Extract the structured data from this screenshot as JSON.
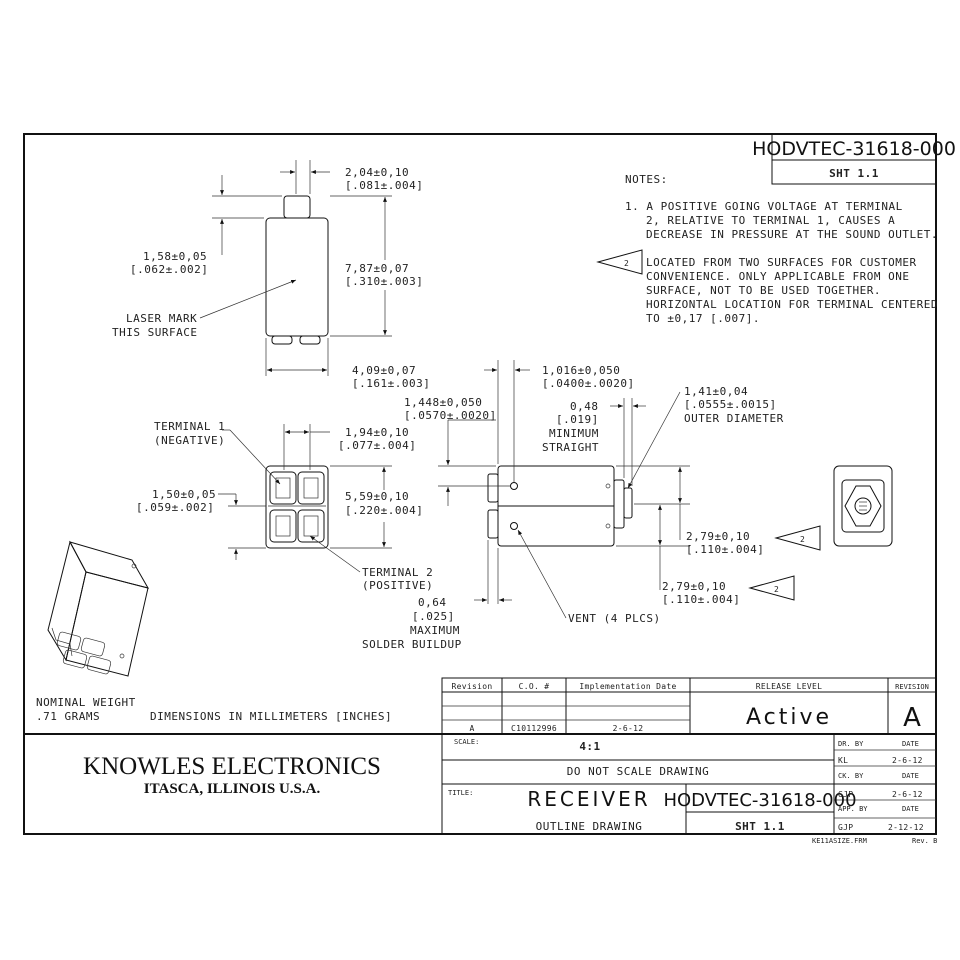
{
  "drawing_number": "HODVTEC-31618-000",
  "sheet": "SHT 1.1",
  "notes": {
    "header": "NOTES:",
    "note1": [
      "1. A POSITIVE GOING VOLTAGE AT TERMINAL",
      "2, RELATIVE TO TERMINAL 1, CAUSES A",
      "DECREASE IN PRESSURE AT THE SOUND OUTLET."
    ],
    "note2_flag": "2",
    "note2": [
      "LOCATED FROM TWO SURFACES FOR CUSTOMER",
      "CONVENIENCE.  ONLY APPLICABLE FROM ONE",
      "SURFACE, NOT TO BE USED TOGETHER.",
      "HORIZONTAL LOCATION FOR TERMINAL CENTERED",
      "TO ±0,17 [.007]."
    ]
  },
  "dimensions": {
    "d204": [
      "2,04±0,10",
      "[.081±.004]"
    ],
    "d158": [
      "1,58±0,05",
      "[.062±.002]"
    ],
    "d787": [
      "7,87±0,07",
      "[.310±.003]"
    ],
    "laser": [
      "LASER MARK",
      "THIS SURFACE"
    ],
    "d409": [
      "4,09±0,07",
      "[.161±.003]"
    ],
    "d1016": [
      "1,016±0,050",
      "[.0400±.0020]"
    ],
    "d1448": [
      "1,448±0,050",
      "[.0570±.0020]"
    ],
    "d141": [
      "1,41±0,04",
      "[.0555±.0015]",
      "OUTER DIAMETER"
    ],
    "d048": [
      "0,48",
      "[.019]",
      "MINIMUM",
      "STRAIGHT"
    ],
    "term1": [
      "TERMINAL 1",
      "(NEGATIVE)"
    ],
    "d194": [
      "1,94±0,10",
      "[.077±.004]"
    ],
    "d150": [
      "1,50±0,05",
      "[.059±.002]"
    ],
    "d559": [
      "5,59±0,10",
      "[.220±.004]"
    ],
    "term2": [
      "TERMINAL 2",
      "(POSITIVE)"
    ],
    "d279a": [
      "2,79±0,10",
      "[.110±.004]"
    ],
    "d279b": [
      "2,79±0,10",
      "[.110±.004]"
    ],
    "d064": [
      "0,64",
      "[.025]",
      "MAXIMUM",
      "SOLDER BUILDUP"
    ],
    "vent": "VENT (4 PLCS)",
    "flag": "2"
  },
  "weight": [
    "NOMINAL WEIGHT",
    ".71 GRAMS"
  ],
  "units_note": "DIMENSIONS IN MILLIMETERS [INCHES]",
  "revision_table": {
    "headers": [
      "Revision",
      "C.O. #",
      "Implementation Date"
    ],
    "row": [
      "A",
      "C10112996",
      "2-6-12"
    ],
    "release_level_label": "RELEASE LEVEL",
    "release_level": "Active",
    "revision_label": "REVISION",
    "revision": "A"
  },
  "company": {
    "name": "KNOWLES ELECTRONICS",
    "location": "ITASCA, ILLINOIS U.S.A."
  },
  "title_block": {
    "scale_label": "SCALE:",
    "scale": "4:1",
    "no_scale": "DO NOT SCALE DRAWING",
    "title_label": "TITLE:",
    "title": "RECEIVER",
    "subtitle": "OUTLINE DRAWING",
    "dr_by_label": "DR. BY",
    "dr_by": "KL",
    "dr_date": "2-6-12",
    "ck_by_label": "CK. BY",
    "ck_by": "GJP",
    "ck_date": "2-6-12",
    "app_by_label": "APP. BY",
    "app_by": "GJP",
    "app_date": "2-12-12",
    "date_label": "DATE",
    "file": "KE11ASIZE.FRM",
    "rev_note": "Rev. B"
  }
}
